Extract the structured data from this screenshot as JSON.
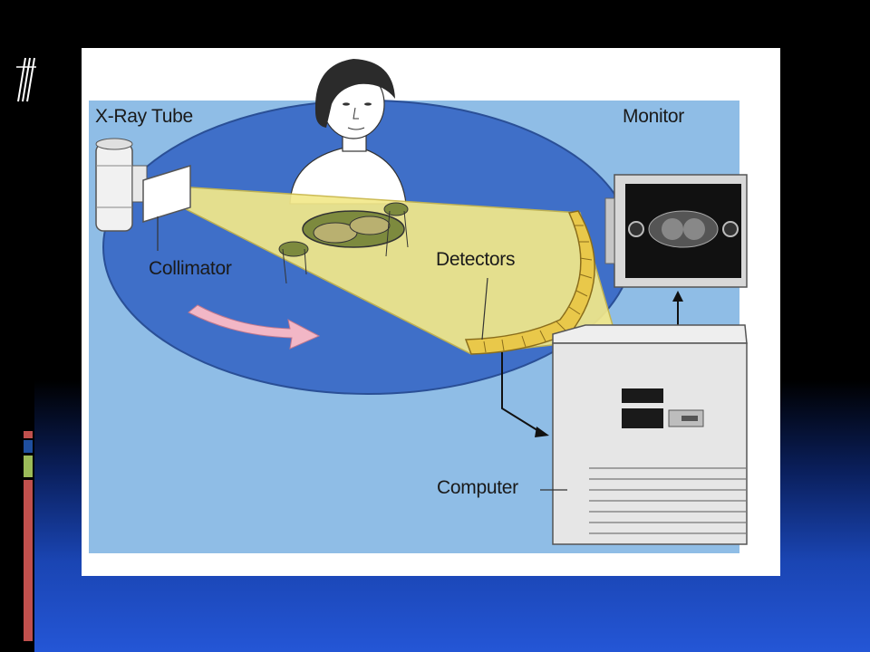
{
  "diagram": {
    "labels": {
      "xray_tube": "X-Ray Tube",
      "monitor": "Monitor",
      "collimator": "Collimator",
      "detectors": "Detectors",
      "computer": "Computer"
    }
  },
  "colors": {
    "slide_background_top": "#000000",
    "slide_background_bottom": "#2456d6",
    "panel_blue": "#8fbde6",
    "gantry_ellipse": "#3f6fc8",
    "xray_fan": "#f3e98a",
    "rotation_arrow": "#f2b7c6",
    "accent_red": "#c0504d",
    "accent_blue": "#1f4f9f",
    "accent_green": "#9bbb59"
  }
}
